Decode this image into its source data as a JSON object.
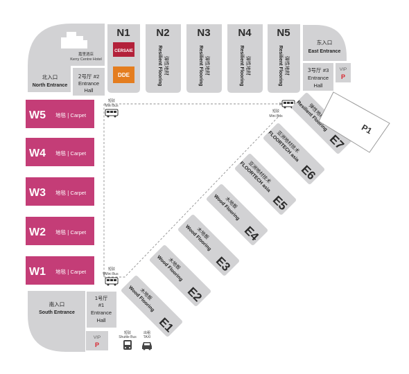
{
  "colors": {
    "gray_hall": "#d2d2d4",
    "pink": "#c43d77",
    "dark_text": "#2b2b2b",
    "vip_red": "#d7262f",
    "cersia_brand": "#b3213a",
    "dde_brand": "#e47d1f",
    "route_dash": "#8f8f8f"
  },
  "north_halls": [
    {
      "id": "N1",
      "code": "N1"
    },
    {
      "id": "N2",
      "code": "N2",
      "cn": "弹性地材",
      "en": "Resilient Flooring"
    },
    {
      "id": "N3",
      "code": "N3",
      "cn": "弹性地材",
      "en": "Resilient Flooring"
    },
    {
      "id": "N4",
      "code": "N4",
      "cn": "弹性地材",
      "en": "Resilient Flooring"
    },
    {
      "id": "N5",
      "code": "N5",
      "cn": "弹性地材",
      "en": "Resilient Flooring"
    }
  ],
  "n1_logos": {
    "cersia": "CERSAIE",
    "dde": "DDE"
  },
  "west_halls": [
    {
      "code": "W5",
      "cn": "地毯",
      "sep": "|",
      "en": "Carpet"
    },
    {
      "code": "W4",
      "cn": "地毯",
      "sep": "|",
      "en": "Carpet"
    },
    {
      "code": "W3",
      "cn": "地毯",
      "sep": "|",
      "en": "Carpet"
    },
    {
      "code": "W2",
      "cn": "地毯",
      "sep": "|",
      "en": "Carpet"
    },
    {
      "code": "W1",
      "cn": "地毯",
      "sep": "|",
      "en": "Carpet"
    }
  ],
  "east_halls": [
    {
      "code": "E1",
      "cn": "木地板",
      "en": "Wood Flooring"
    },
    {
      "code": "E2",
      "cn": "木地板",
      "en": "Wood Flooring"
    },
    {
      "code": "E3",
      "cn": "木地板",
      "en": "Wood Flooring"
    },
    {
      "code": "E4",
      "cn": "木地板",
      "en": "Wood Flooring"
    },
    {
      "code": "E5",
      "cn": "亚洲地材技术",
      "en": "FLOORTECH asia"
    },
    {
      "code": "E6",
      "cn": "亚洲地材技术",
      "en": "FLOORTECH asia"
    },
    {
      "code": "E7",
      "cn": "弹性地材",
      "en": "Resilient Flooring"
    }
  ],
  "hotel": {
    "cn": "嘉里酒店",
    "en": "Kerry Centre Hotel"
  },
  "north_entrance": {
    "cn": "北入口",
    "en": "North Entrance"
  },
  "south_entrance": {
    "cn": "南入口",
    "en": "South Entrance"
  },
  "east_entrance": {
    "cn": "东入口",
    "en": "East Entrance"
  },
  "entrance_hall_1": {
    "cn": "1号厅",
    "num": "#1",
    "l1": "Entrance",
    "l2": "Hall"
  },
  "entrance_hall_2": {
    "cn": "2号厅",
    "num": "#2",
    "l1": "Entrance",
    "l2": "Hall"
  },
  "entrance_hall_3": {
    "cn": "3号厅",
    "num": "#3",
    "l1": "Entrance",
    "l2": "Hall"
  },
  "vip": {
    "label": "VIP",
    "p": "P"
  },
  "p1": "P1",
  "minibus": {
    "cn": "短驳",
    "en": "Mini Bus"
  },
  "shuttle": {
    "cn": "短驳",
    "en": "Shuttle Bus"
  },
  "taxi": {
    "cn": "出租",
    "en": "TAXI"
  }
}
